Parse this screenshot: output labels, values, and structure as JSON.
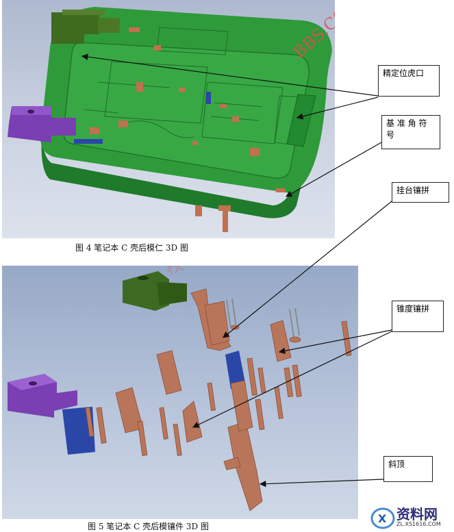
{
  "figure4": {
    "caption": "图 4  笔记本 C 壳后模仁 3D 图"
  },
  "figure5": {
    "caption": "图 5  笔记本 C 壳后模镶件 3D 图"
  },
  "callouts": {
    "precise_lock": "精定位虎口",
    "datum_corner": "基 准 角 符 号",
    "hanging_insert": "挂台镶拼",
    "taper_insert": "锥度镶拼",
    "lifter": "斜顶"
  },
  "watermark": {
    "url_text": "BBS.COM",
    "faint_text": "校"
  },
  "logo": {
    "name": "资料网",
    "url": "ZL.XS1616.COM"
  },
  "colors": {
    "mold_green": "#2f9a3a",
    "insert_brown": "#b9755a",
    "slider_purple": "#7a3fb2",
    "insert_blue": "#2a47a8",
    "watermark_red": "#e05050"
  }
}
